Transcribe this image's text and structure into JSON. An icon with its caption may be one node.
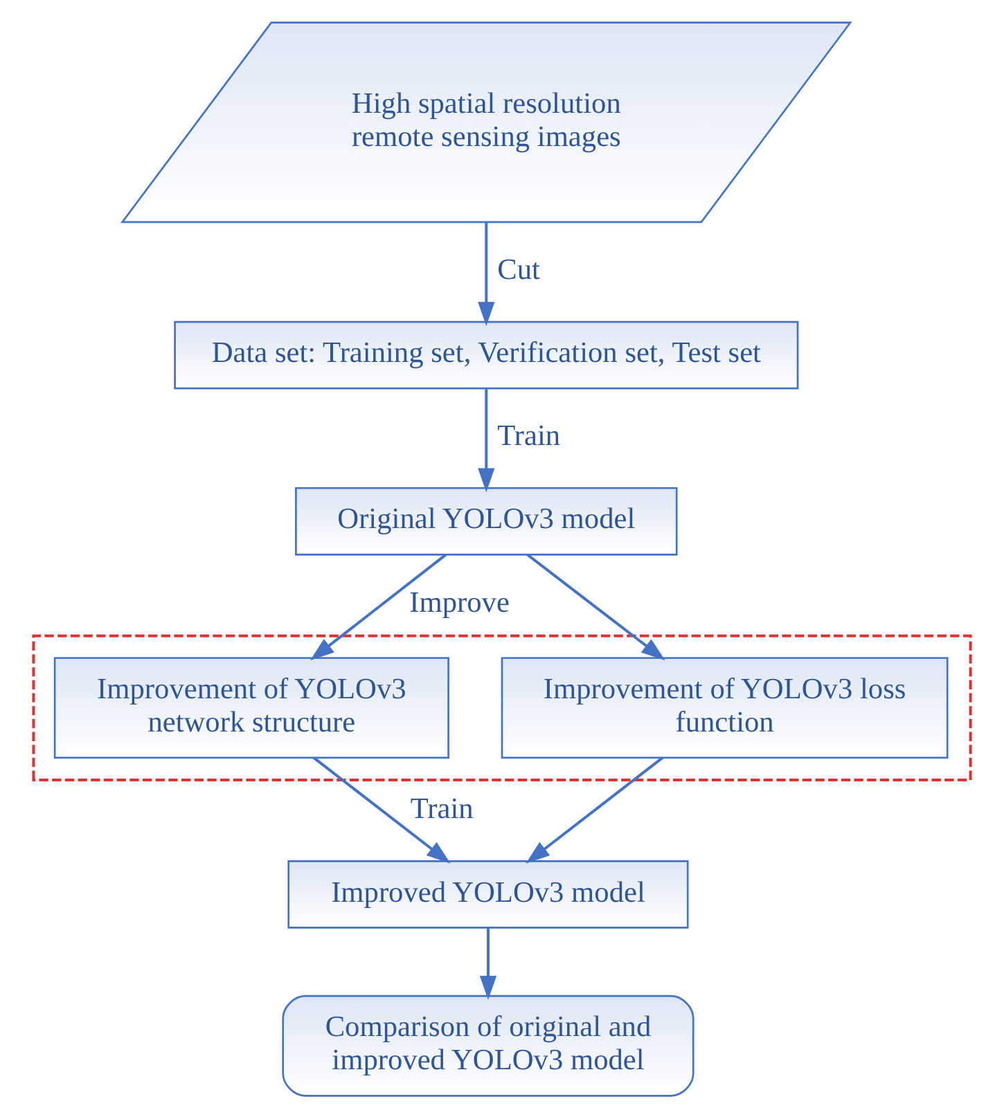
{
  "diagram": {
    "nodes": [
      {
        "text": [
          "High spatial resolution remote sensing images"
        ]
      },
      {
        "text": [
          "Data set: Training set, Verification set, Test set"
        ]
      },
      {
        "text": [
          "Original YOLOv3 model"
        ]
      },
      {
        "text": [],
        "shape": "box"
      },
      {
        "text": [
          "Improvement of YOLOv3 network structure"
        ],
        "in": 3
      },
      {
        "text": [
          "Improvement of YOLOv3 loss function"
        ],
        "in": 3
      },
      {
        "text": [
          "Improved YOLOv3 model"
        ]
      },
      {
        "text": [
          "Comparison of original and improved YOLOv3 model"
        ]
      }
    ],
    "edges": [
      {
        "from": 0,
        "to": 1,
        "arrow": "to",
        "label": "Cut"
      },
      {
        "from": 1,
        "to": 2,
        "arrow": "to",
        "label": "Train"
      },
      {
        "from": 2,
        "to": 4,
        "arrow": "to",
        "label": "Improve"
      },
      {
        "from": 2,
        "to": 5,
        "arrow": "to"
      },
      {
        "from": 4,
        "to": 6,
        "arrow": "to",
        "label": "Train"
      },
      {
        "from": 5,
        "to": 6,
        "arrow": "to"
      },
      {
        "from": 6,
        "to": 7,
        "arrow": "to"
      }
    ]
  }
}
